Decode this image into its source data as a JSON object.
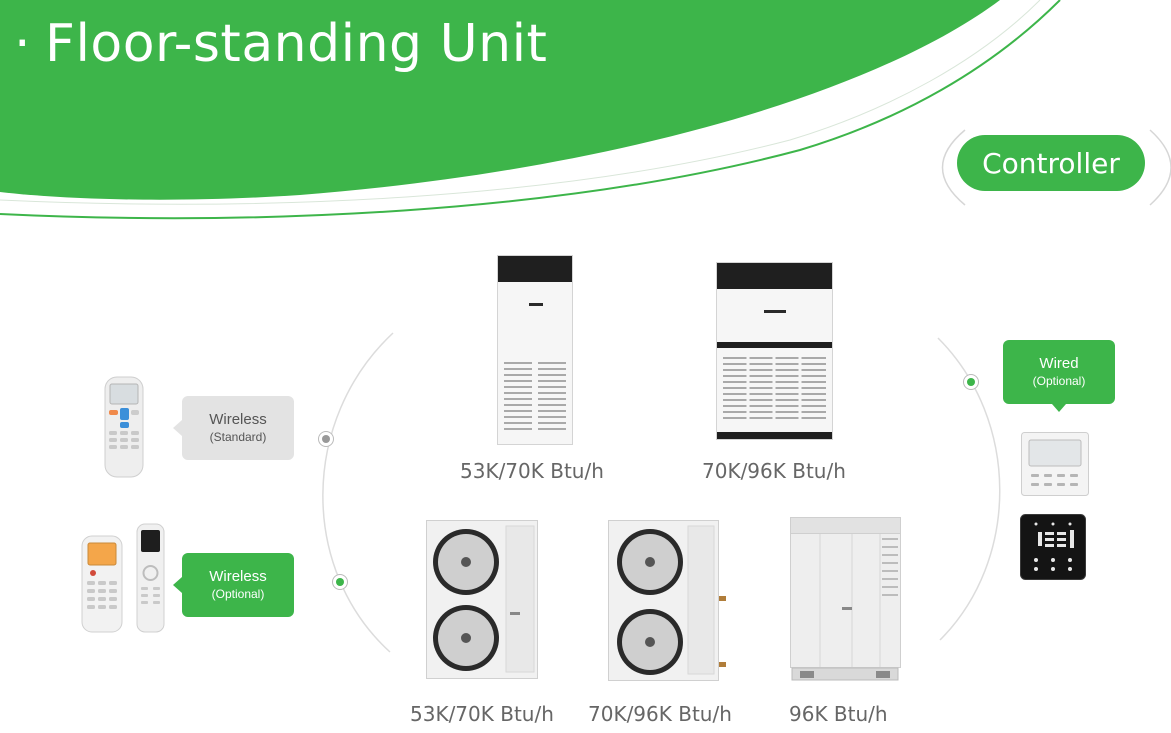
{
  "header": {
    "bullet": "·",
    "title": "Floor-standing Unit"
  },
  "controller": {
    "badge": "Controller",
    "wired": {
      "label": "Wired",
      "note": "(Optional)"
    }
  },
  "remotes": {
    "standard": {
      "label": "Wireless",
      "note": "(Standard)"
    },
    "optional": {
      "label": "Wireless",
      "note": "(Optional)"
    }
  },
  "indoor_units": [
    {
      "capacity": "53K/70K Btu/h"
    },
    {
      "capacity": "70K/96K Btu/h"
    }
  ],
  "outdoor_units": [
    {
      "capacity": "53K/70K Btu/h"
    },
    {
      "capacity": "70K/96K Btu/h"
    },
    {
      "capacity": "96K Btu/h"
    }
  ],
  "colors": {
    "brand_green": "#3db54a",
    "bubble_gray": "#e3e3e3",
    "caption_text": "#666666"
  }
}
